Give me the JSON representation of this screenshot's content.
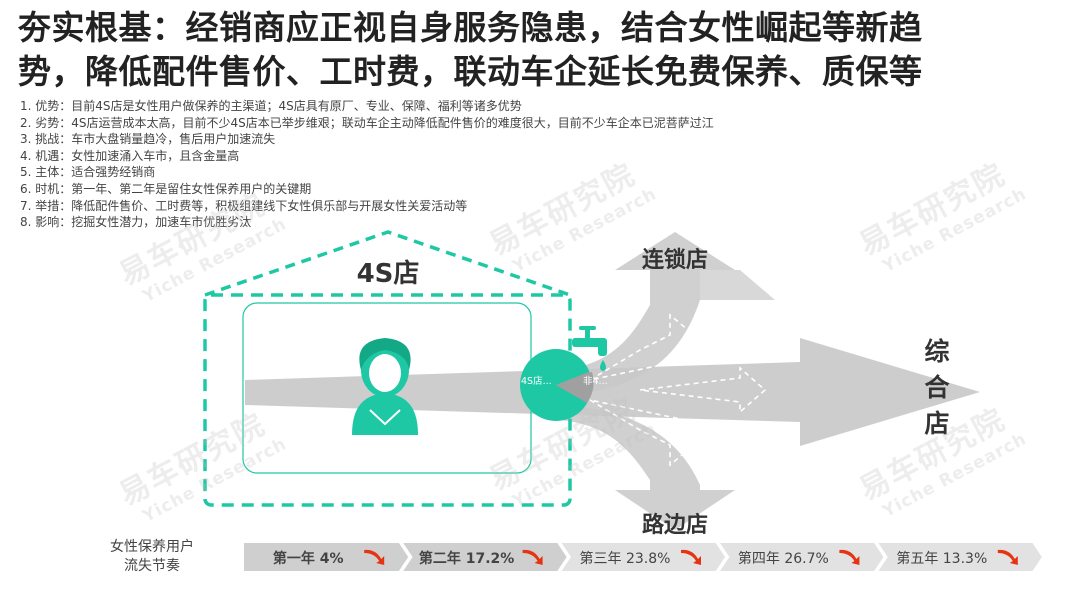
{
  "title": {
    "line1": "夯实根基：经销商应正视自身服务隐患，结合女性崛起等新趋",
    "line2": "势，降低配件售价、工时费，联动车企延长免费保养、质保等"
  },
  "points": [
    "1. 优势：目前4S店是女性用户做保养的主渠道；4S店具有原厂、专业、保障、福利等诸多优势",
    "2. 劣势：4S店运营成本太高，目前不少4S店本已举步维艰；联动车企主动降低配件售价的难度很大，目前不少车企本已泥菩萨过江",
    "3. 挑战：车市大盘销量趋冷，售后用户加速流失",
    "4. 机遇：女性加速涌入车市，且含金量高",
    "5. 主体：适合强势经销商",
    "6. 时机：第一年、第二年是留住女性保养用户的关键期",
    "7. 举措：降低配件售价、工时费等，积极组建线下女性俱乐部与开展女性关爱活动等",
    "8. 影响：挖掘女性潜力，加速车市优胜劣汰"
  ],
  "watermark": {
    "cn": "易车研究院",
    "en": "Yiche Research"
  },
  "diagram": {
    "store_label": "4S店",
    "chain_label": "连锁店",
    "roadside_label": "路边店",
    "comprehensive_label": "综合店",
    "pie": {
      "label_4s": "4S店...",
      "label_other": "非4..."
    },
    "colors": {
      "teal": "#1ec8a5",
      "gray": "#c8c8c8",
      "dark_gray": "#a0a0a0"
    }
  },
  "rhythm": {
    "label_line1": "女性保养用户",
    "label_line2": "流失节奏",
    "years": [
      {
        "label": "第一年 4%",
        "bold": true
      },
      {
        "label": "第二年 17.2%",
        "bold": true
      },
      {
        "label": "第三年 23.8%",
        "bold": false
      },
      {
        "label": "第四年 26.7%",
        "bold": false
      },
      {
        "label": "第五年 13.3%",
        "bold": false
      }
    ]
  }
}
